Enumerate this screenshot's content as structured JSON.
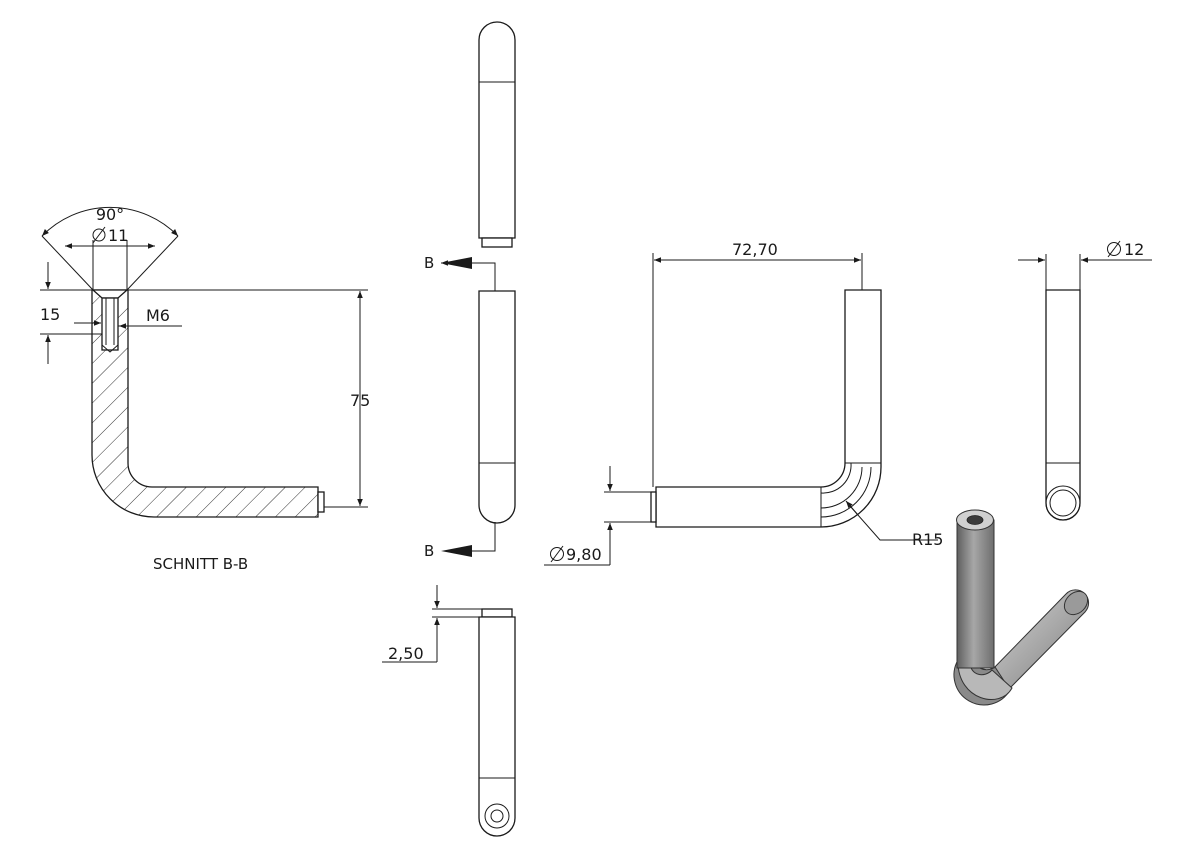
{
  "dimensions": {
    "angle_90": "90°",
    "dia_11": "11",
    "depth_15": "15",
    "thread_m6": "M6",
    "length_75": "75",
    "length_72_70": "72,70",
    "dia_12": "12",
    "dia_9_80": "9,80",
    "radius_r15": "R15",
    "offset_2_50": "2,50"
  },
  "section": {
    "marker_top": "B",
    "marker_bottom": "B",
    "caption": "SCHNITT B-B"
  },
  "symbols": {
    "diameter_symbol": "diameter-symbol"
  },
  "colors": {
    "line": "#1a1a1a",
    "background": "#ffffff",
    "shade_dark": "#6f6f6f",
    "shade_light": "#d2d2d2"
  }
}
